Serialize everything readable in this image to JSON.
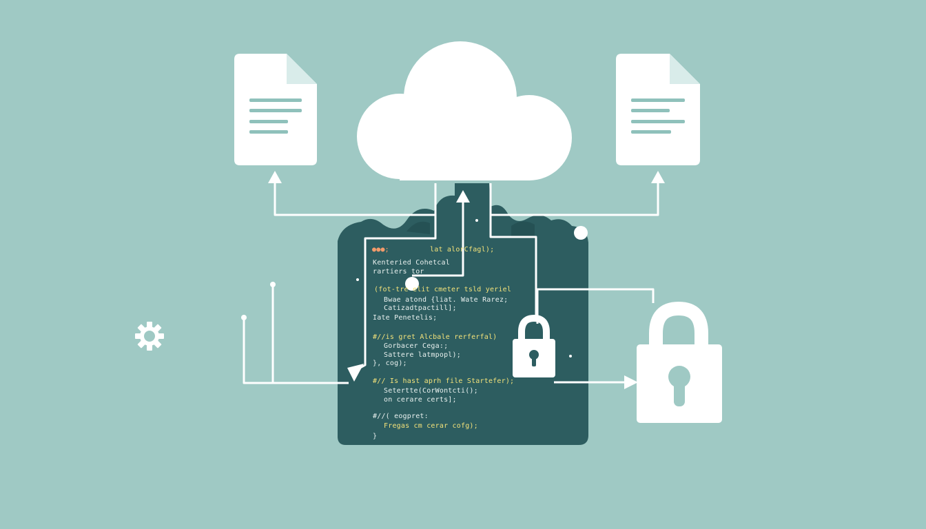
{
  "colors": {
    "background": "#9fc9c4",
    "panel": "#2d5d60",
    "panel_dark": "#255154",
    "white": "#ffffff",
    "doc_fold": "#d9ecea",
    "doc_lines": "#8fc1bb",
    "code_text": "#e9f1ef",
    "code_highlight": "#f3e27a",
    "code_dots": "#f29b6b"
  },
  "icons": [
    "cloud-icon",
    "document-icon",
    "document-icon",
    "padlock-icon",
    "padlock-icon",
    "gear-icon",
    "arrow-icon"
  ],
  "code": {
    "dots": "●●●;",
    "lines": [
      {
        "text": "lat alorCfagl);",
        "color": "c-y"
      },
      {
        "text": "Kenteried Cohetcal",
        "color": "c-w"
      },
      {
        "text": "rartiers tor",
        "color": "c-w"
      },
      {
        "text": "(fot-tre elit cmeter tsld yeriel",
        "color": "c-y"
      },
      {
        "text": "Bwae atond {liat. Wate Rarez;",
        "color": "c-w"
      },
      {
        "text": "Catizadtpactill];",
        "color": "c-w"
      },
      {
        "text": "Iate Penetelis;",
        "color": "c-w"
      },
      {
        "text": "#//is gret Alcbale rerferfal)",
        "color": "c-y"
      },
      {
        "text": "Gorbacer Cega:;",
        "color": "c-w"
      },
      {
        "text": "Sattere latmpopl);",
        "color": "c-w"
      },
      {
        "text": "}, cog);",
        "color": "c-w"
      },
      {
        "text": "#// Is hast aprh file Startefer);",
        "color": "c-y"
      },
      {
        "text": "Setertte(CorWontcti();",
        "color": "c-w"
      },
      {
        "text": "on cerare certs];",
        "color": "c-w"
      },
      {
        "text": "#//( eogpret:",
        "color": "c-w"
      },
      {
        "text": "Fregas cm cerar cofg);",
        "color": "c-y"
      },
      {
        "text": "}",
        "color": "c-w"
      }
    ]
  }
}
